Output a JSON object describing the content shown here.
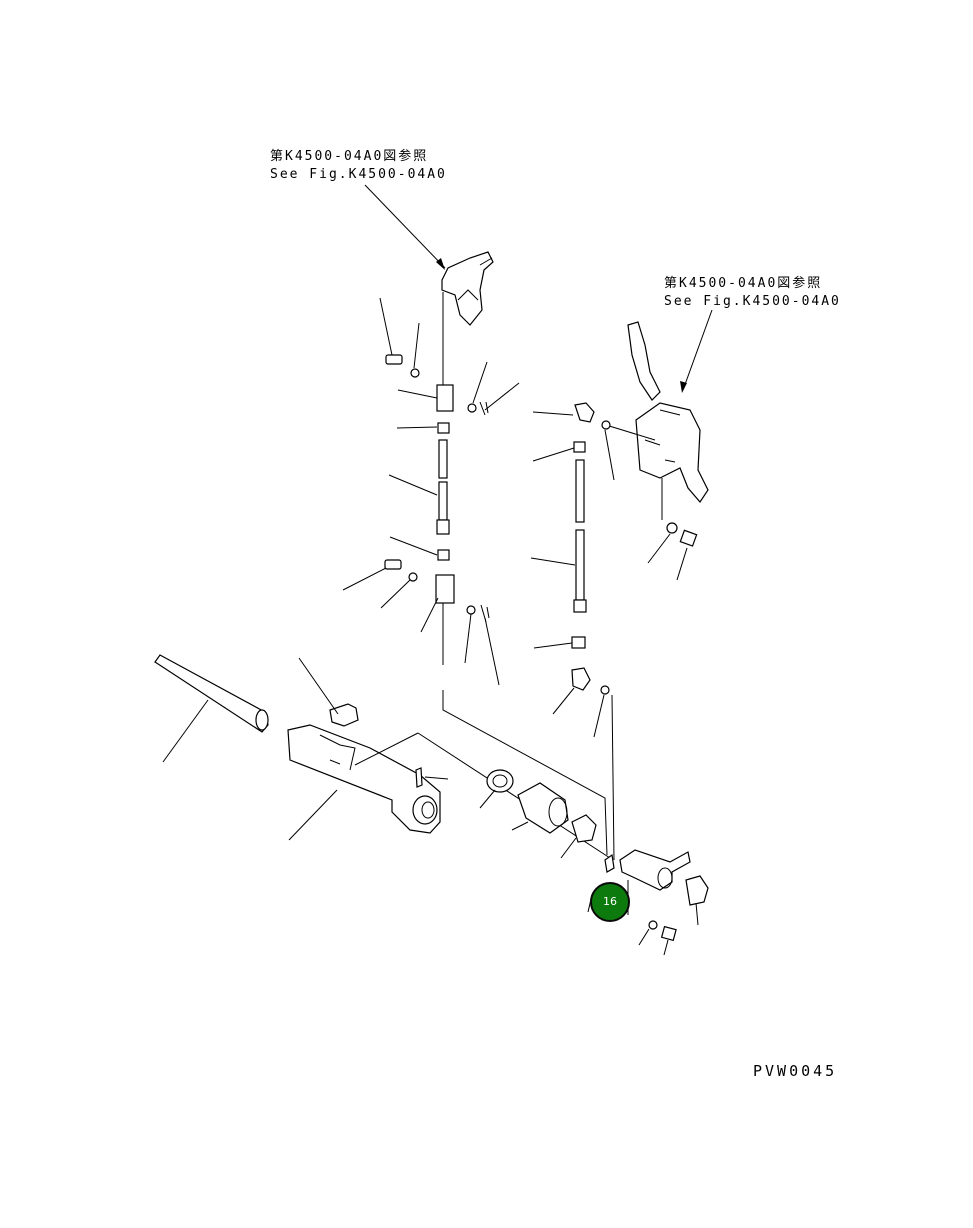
{
  "notes": {
    "top_left": {
      "line1": "第K4500-04A0図参照",
      "line2": "See Fig.K4500-04A0"
    },
    "top_right": {
      "line1": "第K4500-04A0図参照",
      "line2": "See Fig.K4500-04A0"
    }
  },
  "callout": {
    "number": "16",
    "color": "#0d7a0d"
  },
  "drawing_code": "PVW0045"
}
